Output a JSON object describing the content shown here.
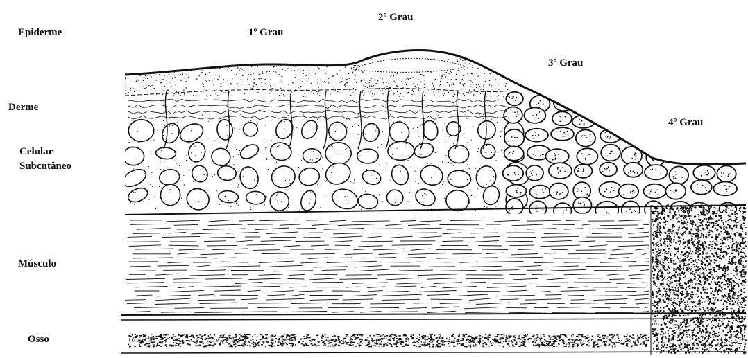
{
  "layer_labels": {
    "epiderme": "Epiderme",
    "derme": "Derme",
    "celular_line1": "Celular",
    "celular_line2": "Subcutâneo",
    "musculo": "Músculo",
    "osso": "Osso"
  },
  "degree_labels": {
    "grau1": "1º Grau",
    "grau2": "2º Grau",
    "grau3": "3º Grau",
    "grau4": "4º Grau"
  },
  "colors": {
    "ink": "#111111",
    "paper": "#ffffff"
  }
}
